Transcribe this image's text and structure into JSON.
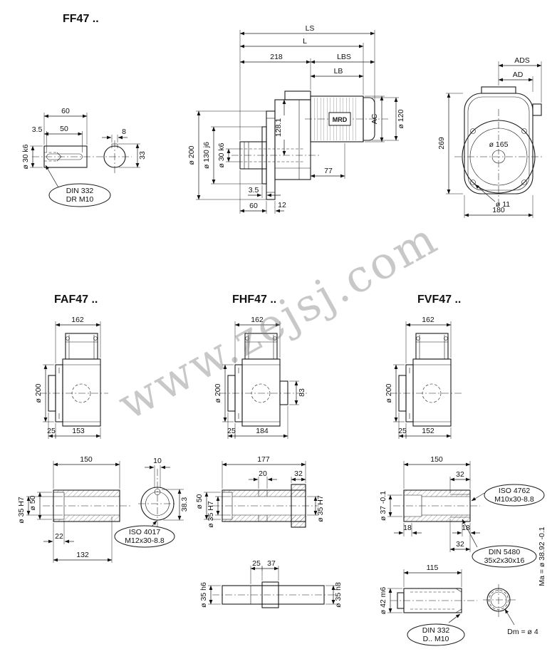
{
  "watermark": "www.zejsj.com",
  "ff47": {
    "title": "FF47 ..",
    "shaft": {
      "w60": "60",
      "w35": "3.5",
      "w50": "50",
      "w8": "8",
      "dia30": "ø 30 k6",
      "h33": "33",
      "co1": "DIN 332",
      "co2": "DR M10"
    },
    "side": {
      "ls": "LS",
      "l": "L",
      "n218": "218",
      "lbs": "LBS",
      "lb": "LB",
      "ac": "AC",
      "dia120": "ø 120",
      "dia200": "ø 200",
      "dia130": "ø 130 j6",
      "dia30": "ø 30 k6",
      "n1281": "128.1",
      "n77": "77",
      "n35": "3.5",
      "n60": "60",
      "n12": "12",
      "motor": "MRD"
    },
    "end": {
      "ads": "ADS",
      "ad": "AD",
      "n269": "269",
      "dia165": "ø 165",
      "dia11": "ø 11",
      "n180": "180"
    }
  },
  "faf47": {
    "title": "FAF47 ..",
    "front": {
      "w162": "162",
      "dia200": "ø 200",
      "n25": "25",
      "n153": "153"
    },
    "shaft": {
      "n150": "150",
      "n10": "10",
      "n383": "38.3",
      "dia50": "ø 50",
      "dia35": "ø 35 H7",
      "n22": "22",
      "n132": "132",
      "co1": "ISO 4017",
      "co2": "M12x30-8.8"
    }
  },
  "fhf47": {
    "title": "FHF47 ..",
    "front": {
      "w162": "162",
      "dia200": "ø 200",
      "n83": "83",
      "n25": "25",
      "n184": "184"
    },
    "shaft": {
      "n177": "177",
      "n20": "20",
      "n32": "32",
      "dia50": "ø 50",
      "dia35l": "ø 35 H7",
      "dia35r": "ø 35 H7"
    },
    "shaft2": {
      "n25": "25",
      "n37": "37",
      "dia35l": "ø 35 h6",
      "dia35r": "ø 35 h8"
    }
  },
  "fvf47": {
    "title": "FVF47 ..",
    "front": {
      "w162": "162",
      "dia200": "ø 200",
      "n25": "25",
      "n152": "152"
    },
    "shaft": {
      "n150": "150",
      "n32t": "32",
      "co1a": "ISO 4762",
      "co1b": "M10x30-8.8",
      "dia37": "ø 37 -0.1",
      "n18l": "18",
      "n18r": "18",
      "n32b": "32",
      "co2a": "DIN 5480",
      "co2b": "35x2x30x16",
      "mb": "Ma = ø 38.92 -0.1"
    },
    "shaft2": {
      "n115": "115",
      "dia42": "ø 42 m6",
      "co1a": "DIN 332",
      "co1b": "D.. M10",
      "dm": "Dm = ø 4"
    }
  }
}
